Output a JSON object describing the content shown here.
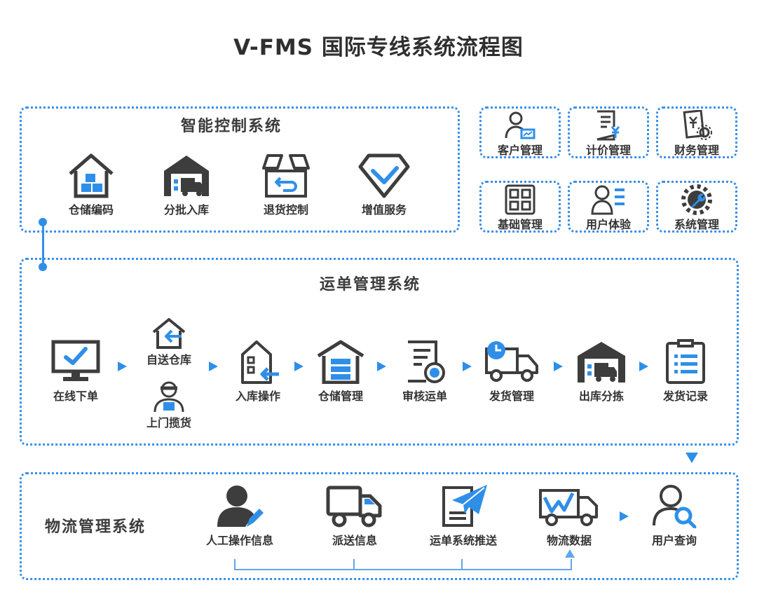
{
  "title": "V-FMS 国际专线系统流程图",
  "smart_system": {
    "heading": "智能控制系统",
    "items": [
      {
        "label": "仓储编码",
        "icon": "warehouse-boxes-icon"
      },
      {
        "label": "分批入库",
        "icon": "truck-garage-icon"
      },
      {
        "label": "退货控制",
        "icon": "return-box-icon"
      },
      {
        "label": "增值服务",
        "icon": "diamond-check-icon"
      }
    ]
  },
  "modules": [
    {
      "label": "客户管理",
      "icon": "customer-chart-icon"
    },
    {
      "label": "计价管理",
      "icon": "pricing-doc-icon"
    },
    {
      "label": "财务管理",
      "icon": "finance-gear-icon"
    },
    {
      "label": "基础管理",
      "icon": "grid-icon"
    },
    {
      "label": "用户体验",
      "icon": "user-list-icon"
    },
    {
      "label": "系统管理",
      "icon": "wrench-gear-icon"
    }
  ],
  "waybill_system": {
    "heading": "运单管理系统",
    "steps": [
      {
        "label": "在线下单",
        "icon": "monitor-check-icon"
      },
      {
        "label": "自送仓库",
        "icon": "home-arrow-icon"
      },
      {
        "label": "上门揽货",
        "icon": "courier-icon"
      },
      {
        "label": "入库操作",
        "icon": "inbound-building-icon"
      },
      {
        "label": "仓储管理",
        "icon": "storage-house-icon"
      },
      {
        "label": "审核运单",
        "icon": "audit-doc-icon"
      },
      {
        "label": "发货管理",
        "icon": "truck-clock-icon"
      },
      {
        "label": "出库分拣",
        "icon": "outbound-truck-icon"
      },
      {
        "label": "发货记录",
        "icon": "clipboard-list-icon"
      }
    ]
  },
  "logistics_system": {
    "heading": "物流管理系统",
    "steps": [
      {
        "label": "人工操作信息",
        "icon": "user-edit-icon"
      },
      {
        "label": "派送信息",
        "icon": "delivery-truck-icon"
      },
      {
        "label": "运单系统推送",
        "icon": "paper-plane-icon"
      },
      {
        "label": "物流数据",
        "icon": "truck-chart-icon"
      },
      {
        "label": "用户查询",
        "icon": "user-search-icon"
      }
    ]
  },
  "colors": {
    "accent": "#2f8fe8",
    "icon_dark": "#3d3d3d",
    "border": "#3a8fe6"
  }
}
